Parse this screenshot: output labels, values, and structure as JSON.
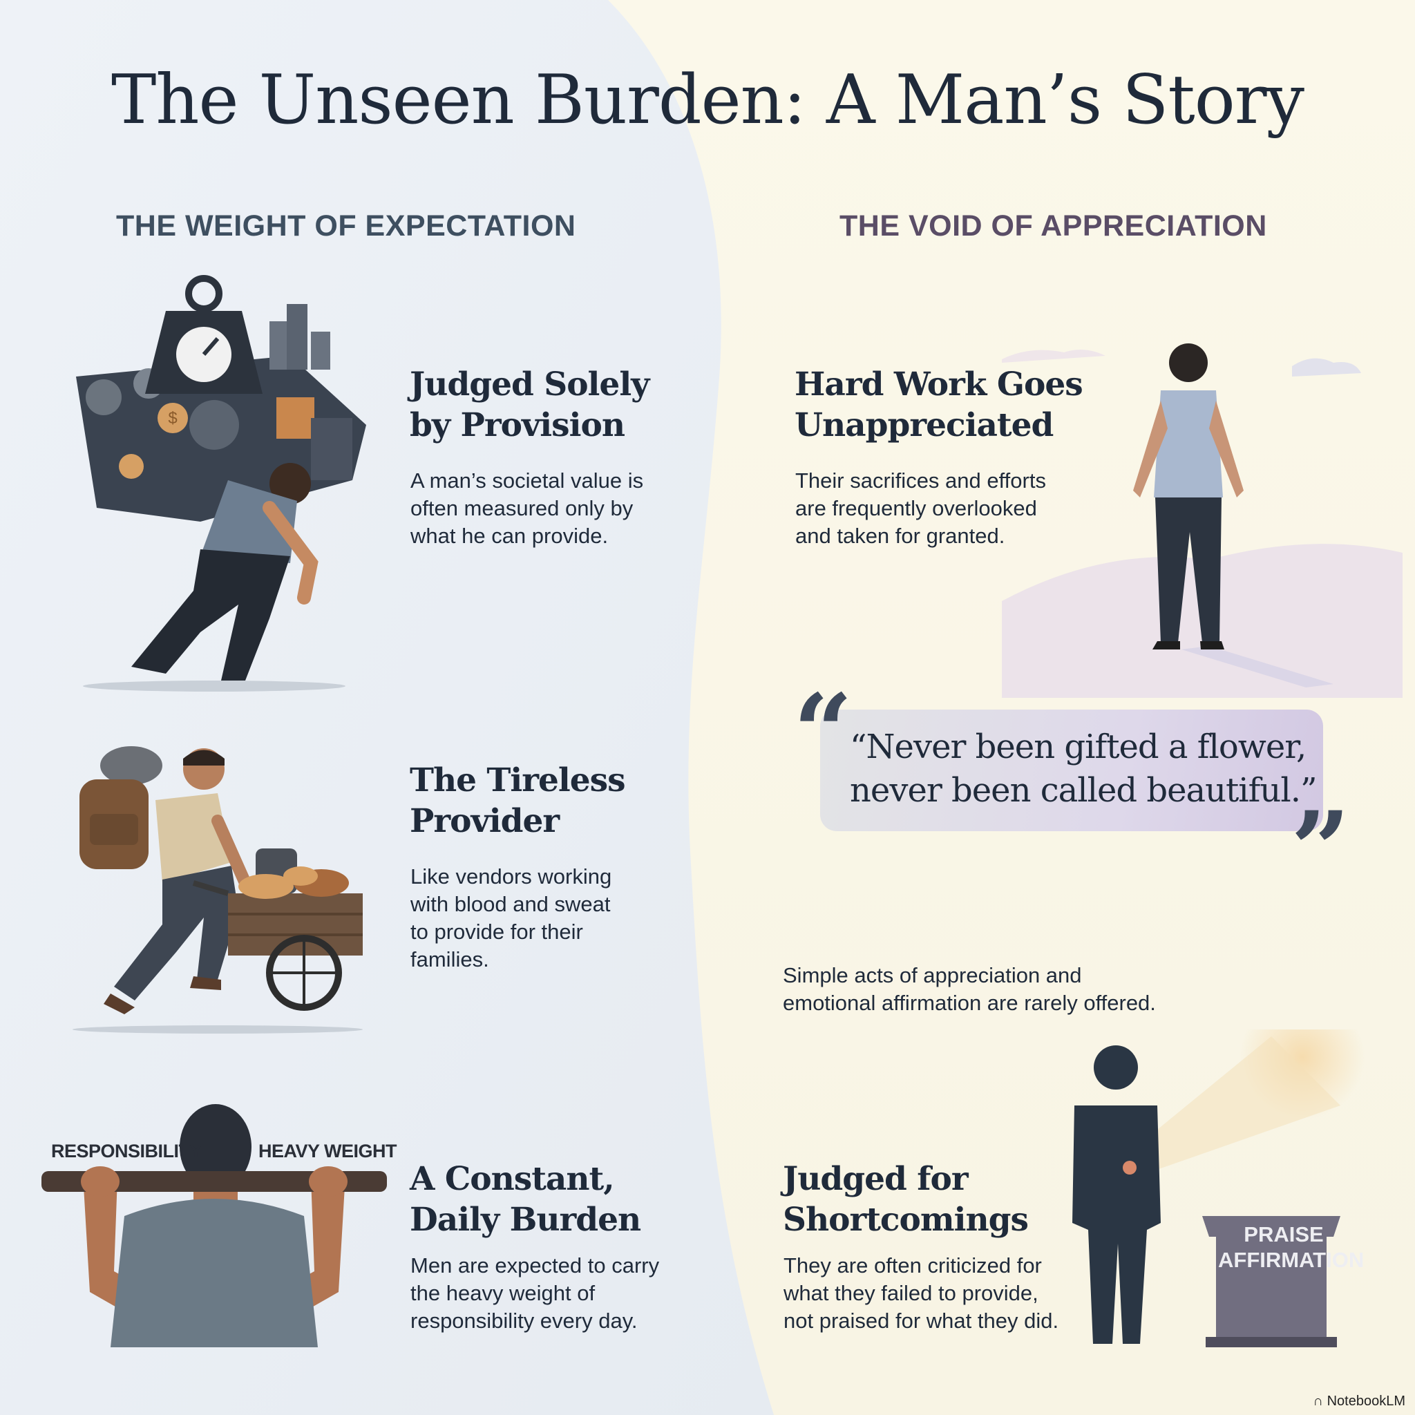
{
  "title": "The Unseen Burden: A Man’s Story",
  "left_section": {
    "heading": "THE WEIGHT OF EXPECTATION",
    "cards": [
      {
        "title_line1": "Judged Solely",
        "title_line2": "by Provision",
        "body_lines": [
          "A man’s societal value is",
          "often measured only by",
          "what he can provide."
        ],
        "icon": "man-carrying-heavy-weight-icon"
      },
      {
        "title_line1": "The Tireless",
        "title_line2": "Provider",
        "body_lines": [
          "Like vendors working",
          "with blood and sweat",
          "to provide for their",
          "families."
        ],
        "icon": "vendor-pushing-cart-icon"
      },
      {
        "title_line1": "A Constant,",
        "title_line2": "Daily Burden",
        "body_lines": [
          "Men are expected to carry",
          "the heavy weight of",
          "responsibility every day."
        ],
        "icon": "man-holding-beam-icon",
        "beam_labels": [
          "RESPONSIBILITY",
          "HEAVY WEIGHT"
        ]
      }
    ]
  },
  "right_section": {
    "heading": "THE VOID OF APPRECIATION",
    "cards": [
      {
        "title_line1": "Hard Work Goes",
        "title_line2": "Unappreciated",
        "body_lines": [
          "Their sacrifices and efforts",
          "are frequently overlooked",
          "and taken for granted."
        ],
        "icon": "man-standing-alone-icon"
      },
      {
        "title_line1": "Judged for",
        "title_line2": "Shortcomings",
        "body_lines": [
          "They are often criticized for",
          "what they failed to provide,",
          "not praised for what they did."
        ],
        "icon": "silhouette-spotlight-icon",
        "pedestal_lines": [
          "PRAISE",
          "AFFIRMATION"
        ]
      }
    ],
    "quote_lines": [
      "“Never been gifted a flower,",
      "never been called beautiful.”"
    ],
    "quote_caption_lines": [
      "Simple acts of appreciation and",
      "emotional affirmation are rarely offered."
    ]
  },
  "brand": "NotebookLM",
  "colors": {
    "left_background": "#e9eef4",
    "right_background": "#fbf8ea",
    "text_dark": "#1f2a3a",
    "left_heading": "#3e4f60",
    "right_heading": "#5a4d66"
  }
}
